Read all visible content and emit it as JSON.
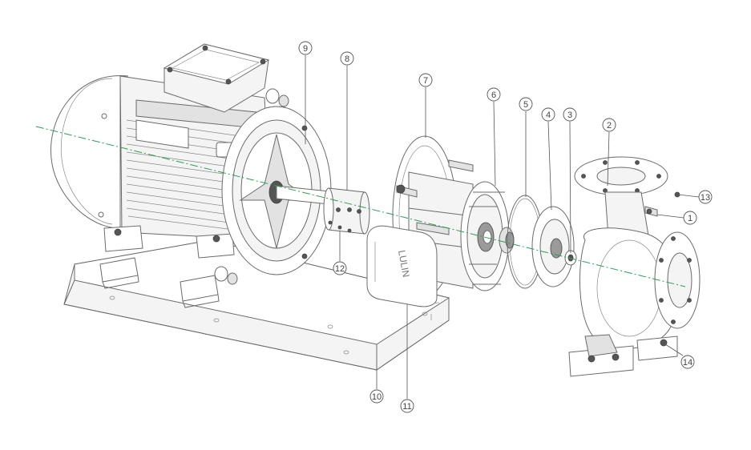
{
  "diagram": {
    "axis_color": "#2e9e55",
    "callouts": [
      {
        "id": "c1",
        "label": "1"
      },
      {
        "id": "c2",
        "label": "2"
      },
      {
        "id": "c3",
        "label": "3"
      },
      {
        "id": "c4",
        "label": "4"
      },
      {
        "id": "c5",
        "label": "5"
      },
      {
        "id": "c6",
        "label": "6"
      },
      {
        "id": "c7",
        "label": "7"
      },
      {
        "id": "c8",
        "label": "8"
      },
      {
        "id": "c9",
        "label": "9"
      },
      {
        "id": "c10",
        "label": "10"
      },
      {
        "id": "c11",
        "label": "11"
      },
      {
        "id": "c12",
        "label": "12"
      },
      {
        "id": "c13",
        "label": "13"
      },
      {
        "id": "c14",
        "label": "14"
      }
    ],
    "guard_brand_text": "LULIN"
  }
}
